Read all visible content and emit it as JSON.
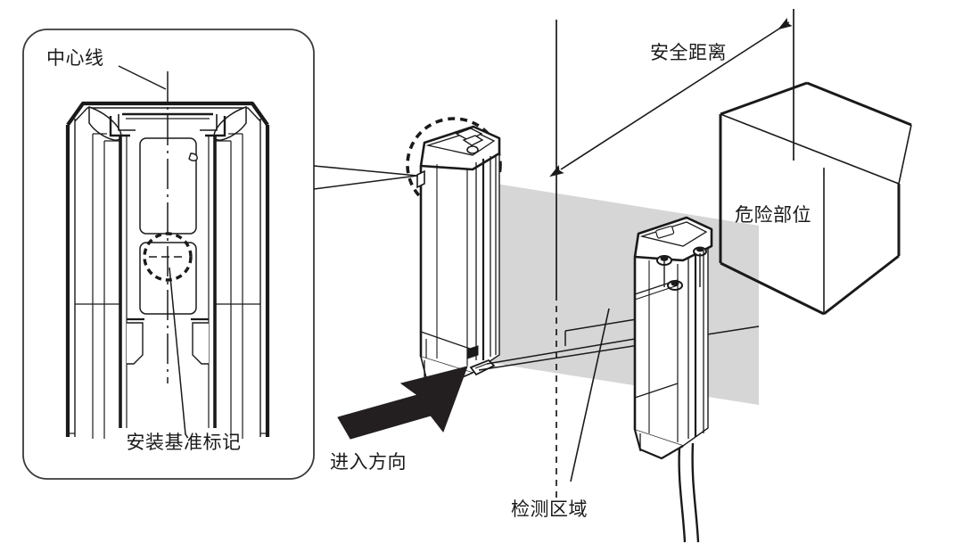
{
  "diagram": {
    "title": "Safety light curtain installation diagram",
    "colors": {
      "line": "#1a1a1a",
      "thin_line": "#2b2b2b",
      "detection_zone_fill": "#d6d6d6",
      "background": "#ffffff",
      "arrow_fill": "#231f20",
      "panel_border": "#3a3a3a"
    },
    "labels": {
      "center_line": "中心线",
      "mounting_reference_mark": "安装基准标记",
      "entry_direction": "进入方向",
      "detection_area": "检测区域",
      "safety_distance": "安全距离",
      "dangerous_part": "危险部位"
    },
    "callout_panel": {
      "name": "detail-view-panel",
      "shape": "rounded-rectangle",
      "contains": [
        "中心线",
        "安装基准标记"
      ]
    },
    "components": [
      {
        "name": "transmitter-unit",
        "position": "center-left"
      },
      {
        "name": "receiver-unit",
        "position": "center-right"
      },
      {
        "name": "hazard-cube",
        "position": "right"
      }
    ]
  }
}
